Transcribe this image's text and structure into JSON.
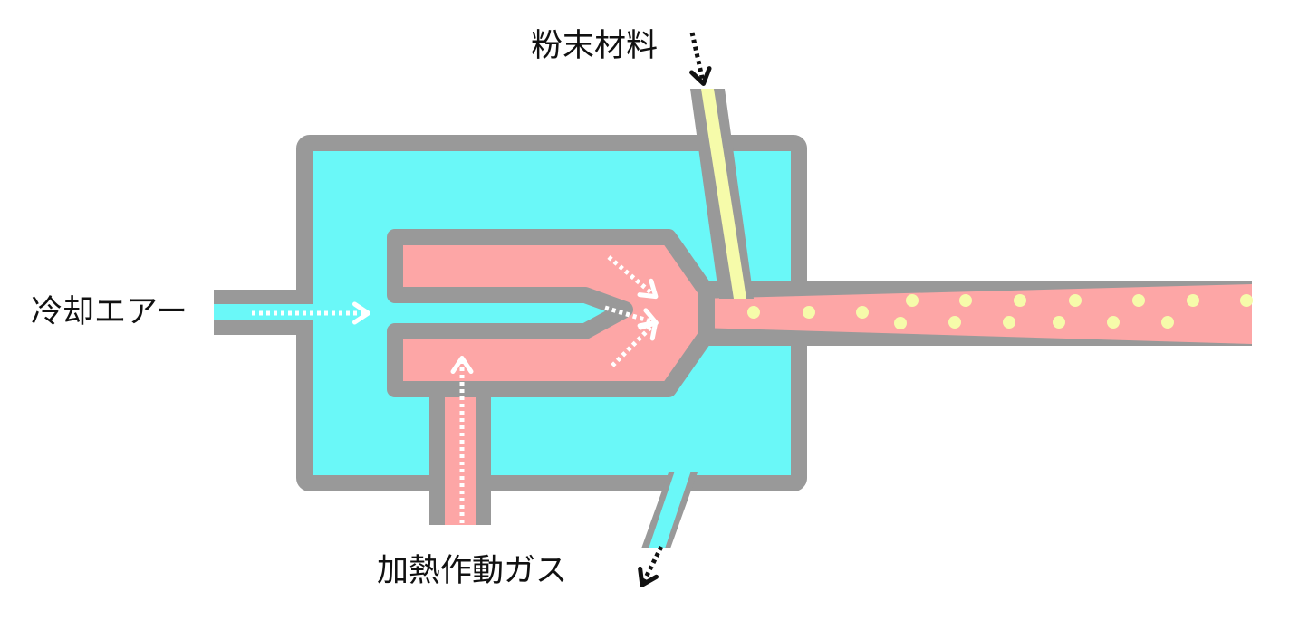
{
  "labels": {
    "powder": "粉末材料",
    "cooling_air": "冷却エアー",
    "heated_gas": "加熱作動ガス"
  },
  "colors": {
    "wall": "#999999",
    "cooling_air": "#6af8f8",
    "hot_gas": "#fda6a6",
    "powder": "#f6fbaa",
    "arrow_light": "#ffffff",
    "arrow_dark": "#111111"
  }
}
